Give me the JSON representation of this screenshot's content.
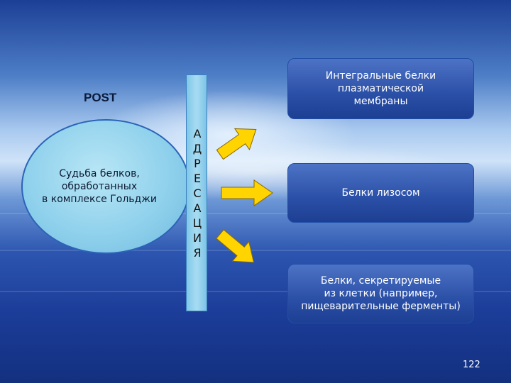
{
  "diagram": {
    "post_label": "POST",
    "center_text": "Судьба белков,\nобработанных\nв комплексе Гольджи",
    "bar_letters": [
      "А",
      "Д",
      "Р",
      "Е",
      "С",
      "А",
      "Ц",
      "И",
      "Я"
    ],
    "boxes": [
      {
        "text": "Интегральные белки\nплазматической\nмембраны"
      },
      {
        "text": "Белки лизосом"
      },
      {
        "text": "Белки, секретируемые\nиз клетки (например,\nпищеварительные ферменты)"
      }
    ],
    "arrow_color": "#ffd400"
  },
  "page_number": "122"
}
